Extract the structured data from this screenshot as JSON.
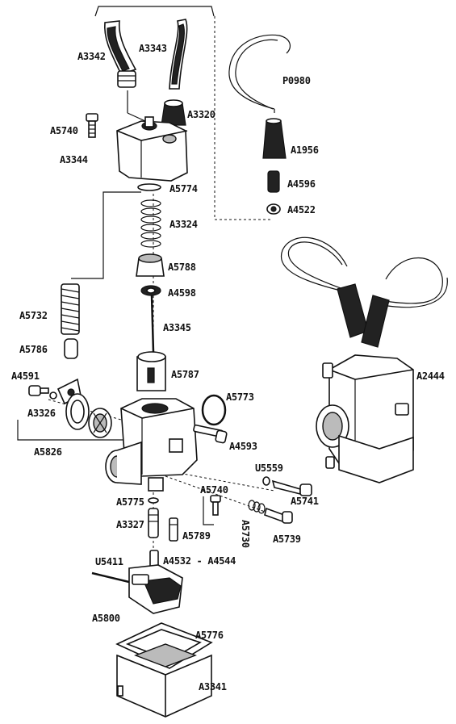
{
  "labels": {
    "a3342": "A3342",
    "a3343": "A3343",
    "p0980": "P0980",
    "a3320": "A3320",
    "a5740_top": "A5740",
    "a3344": "A3344",
    "a1956": "A1956",
    "a5774": "A5774",
    "a4596": "A4596",
    "a4522": "A4522",
    "a3324": "A3324",
    "a5788": "A5788",
    "a4598": "A4598",
    "a5732": "A5732",
    "a3345": "A3345",
    "a5786": "A5786",
    "a5787": "A5787",
    "a4591": "A4591",
    "a2444": "A2444",
    "a3326": "A3326",
    "a5773": "A5773",
    "a5826": "A5826",
    "a4593": "A4593",
    "u5559": "U5559",
    "a5740_mid": "A5740",
    "a5741": "A5741",
    "a5775": "A5775",
    "a3327": "A3327",
    "a5789": "A5789",
    "a5730": "A5730",
    "a5739": "A5739",
    "a4532_range": "A4532 - A4544",
    "u5411": "U5411",
    "a5800": "A5800",
    "a5776": "A5776",
    "a3341": "A3341"
  }
}
